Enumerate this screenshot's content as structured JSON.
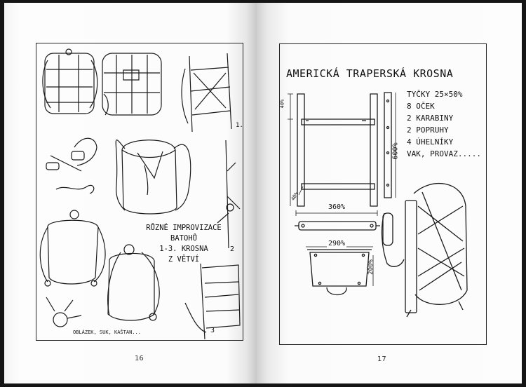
{
  "left_page": {
    "caption_lines": [
      "RŮZNÉ IMPROVIZACE",
      "BATOHŮ",
      "1-3. KROSNA",
      "Z VĚTVÍ"
    ],
    "bottom_caption": "OBLÁZEK, SUK, KAŠTAN...",
    "figure_numbers": [
      "1.",
      "2",
      "3"
    ],
    "page_number": "16"
  },
  "right_page": {
    "title": "AMERICKÁ TRAPERSKÁ KROSNA",
    "parts_list": [
      "TYČKY 25×50%",
      "8 OČEK",
      "2 KARABINY",
      "2 POPRUHY",
      "4 ÚHELNÍKY",
      "VAK, PROVAZ....."
    ],
    "dimensions": {
      "frame_height": "600%",
      "frame_width": "360%",
      "top_offset": "40%",
      "bottom_offset": "40%",
      "bracket_width": "290%",
      "bracket_height": "200%"
    },
    "page_number": "17"
  }
}
